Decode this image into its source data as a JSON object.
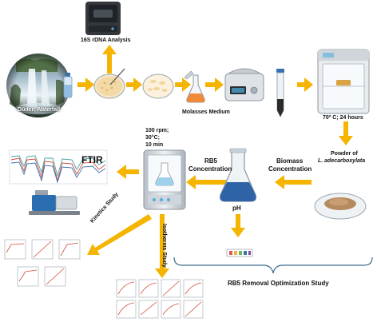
{
  "labels": {
    "sequencing": "16S rDNA Analysis",
    "waterfall": "Düden Waterfall",
    "medium": "Molasses Medium",
    "drying": "70º C;  24 hours",
    "powder_line1": "Powder of",
    "powder_line2": "L. adecarboxylata",
    "conditions_rpm": "100 rpm;",
    "conditions_temp": "30°C;",
    "conditions_time": "10 min",
    "ftir": "FTIR",
    "rb5": "RB5",
    "rb5_conc": "Concentration",
    "biomass": "Biomass",
    "biomass_conc": "Concentration",
    "ph": "pH",
    "kinetics": "Kinetics Study",
    "isotherms": "Isotherms Study",
    "study": "RB5 Removal Optimization Study"
  },
  "colors": {
    "arrow": "#F5B400",
    "flask_liquid": "#2F63A8",
    "medium_liquid": "#F08A3A",
    "bracket": "#3A6E8F",
    "spectrum_red": "#D04A3A",
    "spectrum_blue": "#3A6FB0",
    "spectrum_teal": "#3FA3A0"
  },
  "icons": [
    "sequencer-icon",
    "waterfall-photo",
    "bottle-icon",
    "petri-dish-icon",
    "colony-plate-icon",
    "flask-icon",
    "centrifuge-icon",
    "tube-icon",
    "oven-icon",
    "powder-dish-icon",
    "ftir-spectrum-icon",
    "spectrometer-icon",
    "shaker-icon",
    "ph-strip-icon",
    "kinetics-plots-icon",
    "isotherm-plots-icon"
  ]
}
